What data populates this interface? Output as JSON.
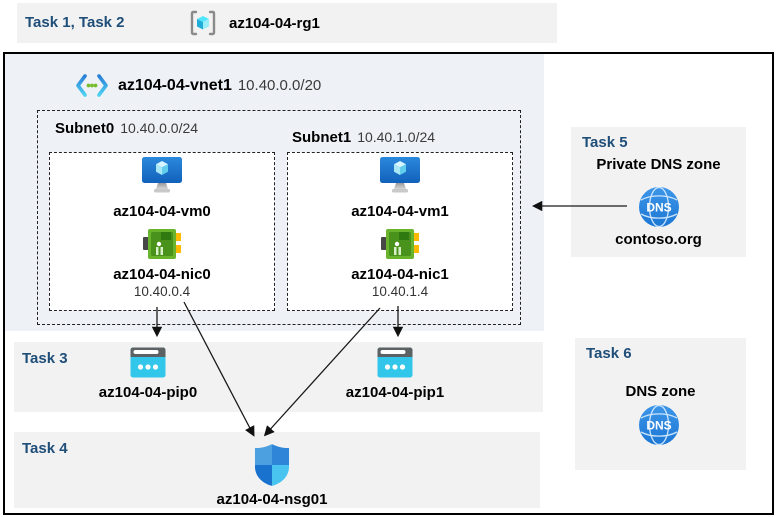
{
  "header": {
    "tasks": "Task 1, Task 2",
    "resource_group": "az104-04-rg1"
  },
  "vnet": {
    "name": "az104-04-vnet1",
    "cidr": "10.40.0.0/20",
    "subnets": [
      {
        "name": "Subnet0",
        "cidr": "10.40.0.0/24",
        "vm": "az104-04-vm0",
        "nic": "az104-04-nic0",
        "ip": "10.40.0.4"
      },
      {
        "name": "Subnet1",
        "cidr": "10.40.1.0/24",
        "vm": "az104-04-vm1",
        "nic": "az104-04-nic1",
        "ip": "10.40.1.4"
      }
    ]
  },
  "task3": {
    "label": "Task 3",
    "pip0": "az104-04-pip0",
    "pip1": "az104-04-pip1"
  },
  "task4": {
    "label": "Task 4",
    "nsg": "az104-04-nsg01"
  },
  "task5": {
    "label": "Task 5",
    "title": "Private DNS zone",
    "dns_label": "DNS",
    "zone": "contoso.org"
  },
  "task6": {
    "label": "Task 6",
    "title": "DNS zone",
    "dns_label": "DNS"
  },
  "colors": {
    "task_label": "#1f4e79",
    "band_bg": "#f2f2f2",
    "vnet_panel_bg": "#eef2f6",
    "nic_green": "#6ab42d",
    "pip_cyan": "#32c6ea",
    "dns_blue": "#2a83d8"
  }
}
